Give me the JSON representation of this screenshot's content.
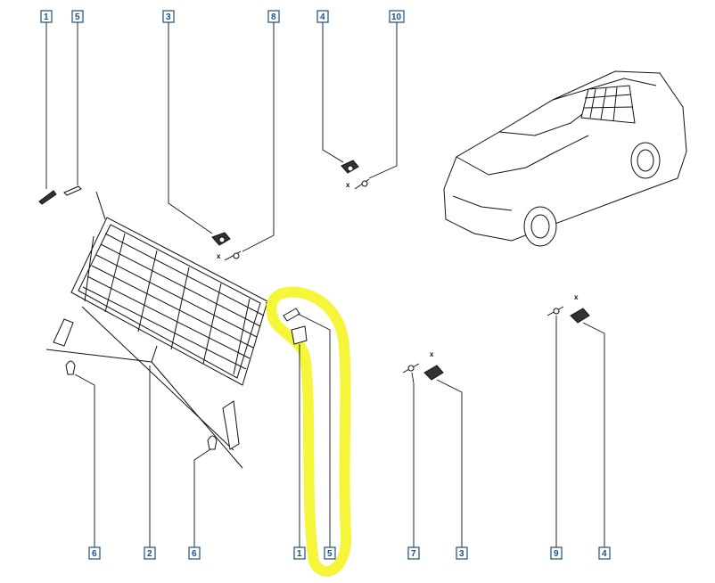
{
  "callouts": {
    "top_1": "1",
    "top_5": "5",
    "top_3": "3",
    "top_8": "8",
    "top_4": "4",
    "top_10": "10",
    "bottom_6a": "6",
    "bottom_2": "2",
    "bottom_6b": "6",
    "bottom_1": "1",
    "bottom_5": "5",
    "bottom_7": "7",
    "bottom_3": "3",
    "bottom_9": "9",
    "bottom_4": "4"
  },
  "dimension_marks": {
    "x_a": "x",
    "x_b": "x",
    "x_c": "x",
    "x_d": "x"
  },
  "colors": {
    "callout_border": "#1a4f86",
    "line": "#111111",
    "highlight": "#f5f53a"
  }
}
